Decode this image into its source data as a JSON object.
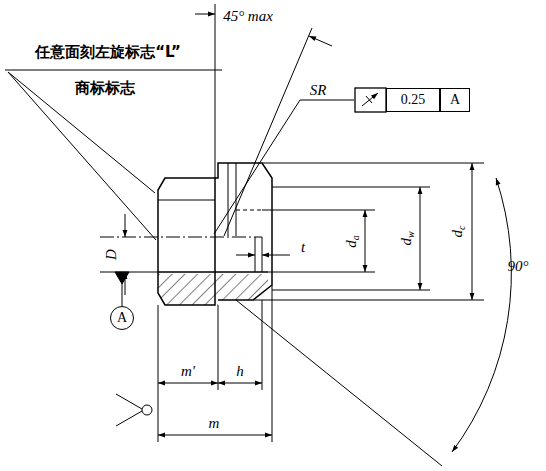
{
  "diagram": {
    "nodes": [
      {
        "text": [
          "0.25"
        ]
      },
      {
        "text": [
          "A"
        ]
      },
      {
        "text": [
          "A"
        ]
      }
    ],
    "labels": [
      "45° max",
      "任意面刻左旋标志“L”",
      "商标标志",
      "SR",
      "D",
      "t",
      "da",
      "dw",
      "dc",
      "90°",
      "m'",
      "h",
      "m"
    ]
  }
}
